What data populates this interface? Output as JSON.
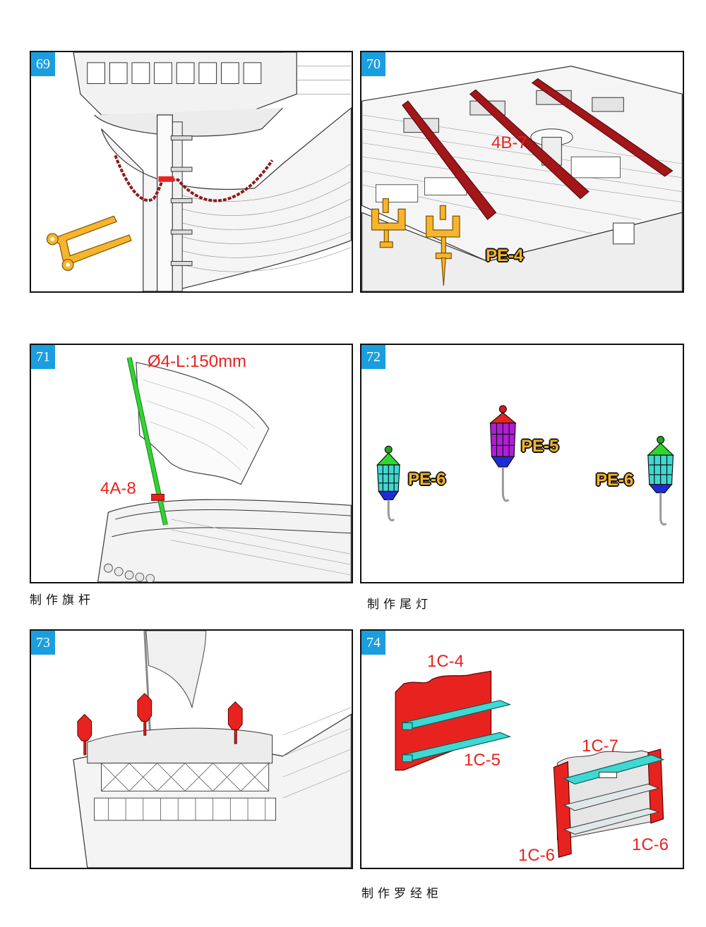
{
  "panels": {
    "p69": {
      "number": "69"
    },
    "p70": {
      "number": "70",
      "labels": {
        "rail": "4B-7",
        "pe": "PE-4"
      }
    },
    "p71": {
      "number": "71",
      "labels": {
        "pole": "Ø4-L:150mm",
        "part": "4A-8"
      }
    },
    "p72": {
      "number": "72",
      "labels": {
        "left": "PE-6",
        "center": "PE-5",
        "right": "PE-6"
      }
    },
    "p73": {
      "number": "73"
    },
    "p74": {
      "number": "74",
      "labels": {
        "back": "1C-4",
        "shelf": "1C-5",
        "top": "1C-7",
        "side_left": "1C-6",
        "side_right": "1C-6"
      }
    }
  },
  "captions": {
    "flagpole": "制作旗杆",
    "tail_lights": "制作尾灯",
    "compass_cabinet": "制作罗经柜"
  },
  "colors": {
    "badge": "#1a9ee0",
    "label_red": "#e8231f",
    "label_pe": "#f6b52a",
    "part_red": "#e8231f",
    "part_cyan": "#3fd8d2",
    "part_orange": "#f7b42c",
    "flag_green": "#2fd62f",
    "chain": "#8a1a1a"
  }
}
